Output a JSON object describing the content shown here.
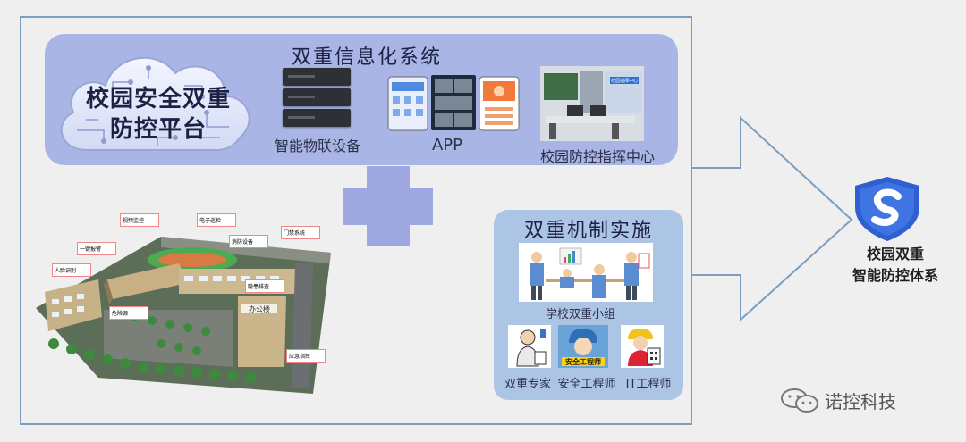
{
  "platform": {
    "cloud_line1": "校园安全双重",
    "cloud_line2": "防控平台",
    "title": "双重信息化系统",
    "items": [
      {
        "label": "智能物联设备",
        "icon": "server-rack-icon"
      },
      {
        "label": "APP",
        "icon": "app-screens-icon"
      },
      {
        "label": "校园防控指挥中心",
        "icon": "command-center-icon"
      }
    ],
    "center_sign": "校园指挥中心"
  },
  "plus": {
    "icon": "plus-icon",
    "color": "#9fa8e0"
  },
  "campus": {
    "building_label": "办公楼",
    "tags": [
      "视频监控",
      "电子巡检",
      "消防设备",
      "门禁系统",
      "一键报警",
      "人脸识别",
      "隐患排查",
      "危险源",
      "应急指挥"
    ]
  },
  "mechanism": {
    "title": "双重机制实施",
    "team_label": "学校双重小组",
    "roles": [
      {
        "label": "双重专家",
        "icon": "expert-icon"
      },
      {
        "label": "安全工程师",
        "icon": "safety-engineer-icon",
        "badge": "安全工程师"
      },
      {
        "label": "IT工程师",
        "icon": "it-engineer-icon"
      }
    ]
  },
  "result": {
    "shield_icon": "shield-s-icon",
    "line1": "校园双重",
    "line2": "智能防控体系",
    "shield_color": "#2f5fd0"
  },
  "watermark": {
    "text": "诺控科技",
    "icon": "wechat-icon"
  },
  "colors": {
    "panel": "#a9b5e4",
    "mechanism": "#adc5e4",
    "frame": "#7c9ec0",
    "background": "#efefef"
  }
}
